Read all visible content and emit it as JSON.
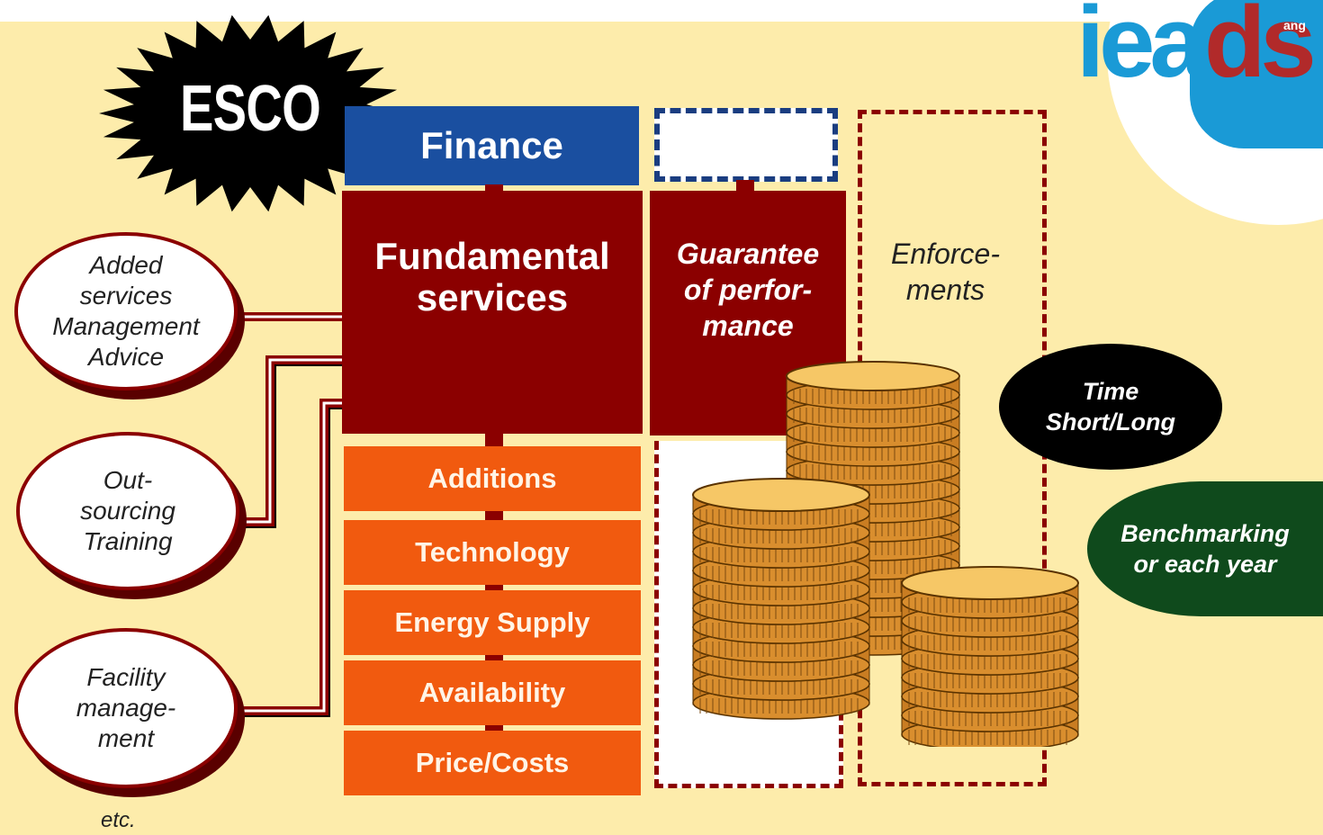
{
  "logo": {
    "text_ie": "iea",
    "text_ds": "ds",
    "text_small": "ang"
  },
  "esco": {
    "label": "ESCO"
  },
  "finance": {
    "label": "Finance"
  },
  "fundamental": {
    "label": "Fundamental services"
  },
  "stack": [
    "Additions",
    "Technology",
    "Energy Supply",
    "Availability",
    "Price/Costs"
  ],
  "guarantee": {
    "label": "Guarantee of perfor- mance"
  },
  "enforcements": {
    "label": "Enforce- ments"
  },
  "left_items": [
    {
      "lines": [
        "Added",
        "services",
        "Management",
        "Advice"
      ]
    },
    {
      "lines": [
        "Out-",
        "sourcing",
        "Training"
      ]
    },
    {
      "lines": [
        "Facility",
        "manage-",
        "ment"
      ]
    }
  ],
  "time": {
    "line1": "Time",
    "line2": "Short/Long"
  },
  "benchmark": {
    "line1": "Benchmarking",
    "line2": "or each year"
  },
  "etc": "etc.",
  "colors": {
    "background": "#fdecab",
    "finance_blue": "#1a4fa0",
    "dark_red": "#8b0000",
    "orange": "#f15a0f",
    "dark_green": "#0f4a1c",
    "logo_blue": "#1a9ad6",
    "coin_gold": "#e8a640"
  }
}
